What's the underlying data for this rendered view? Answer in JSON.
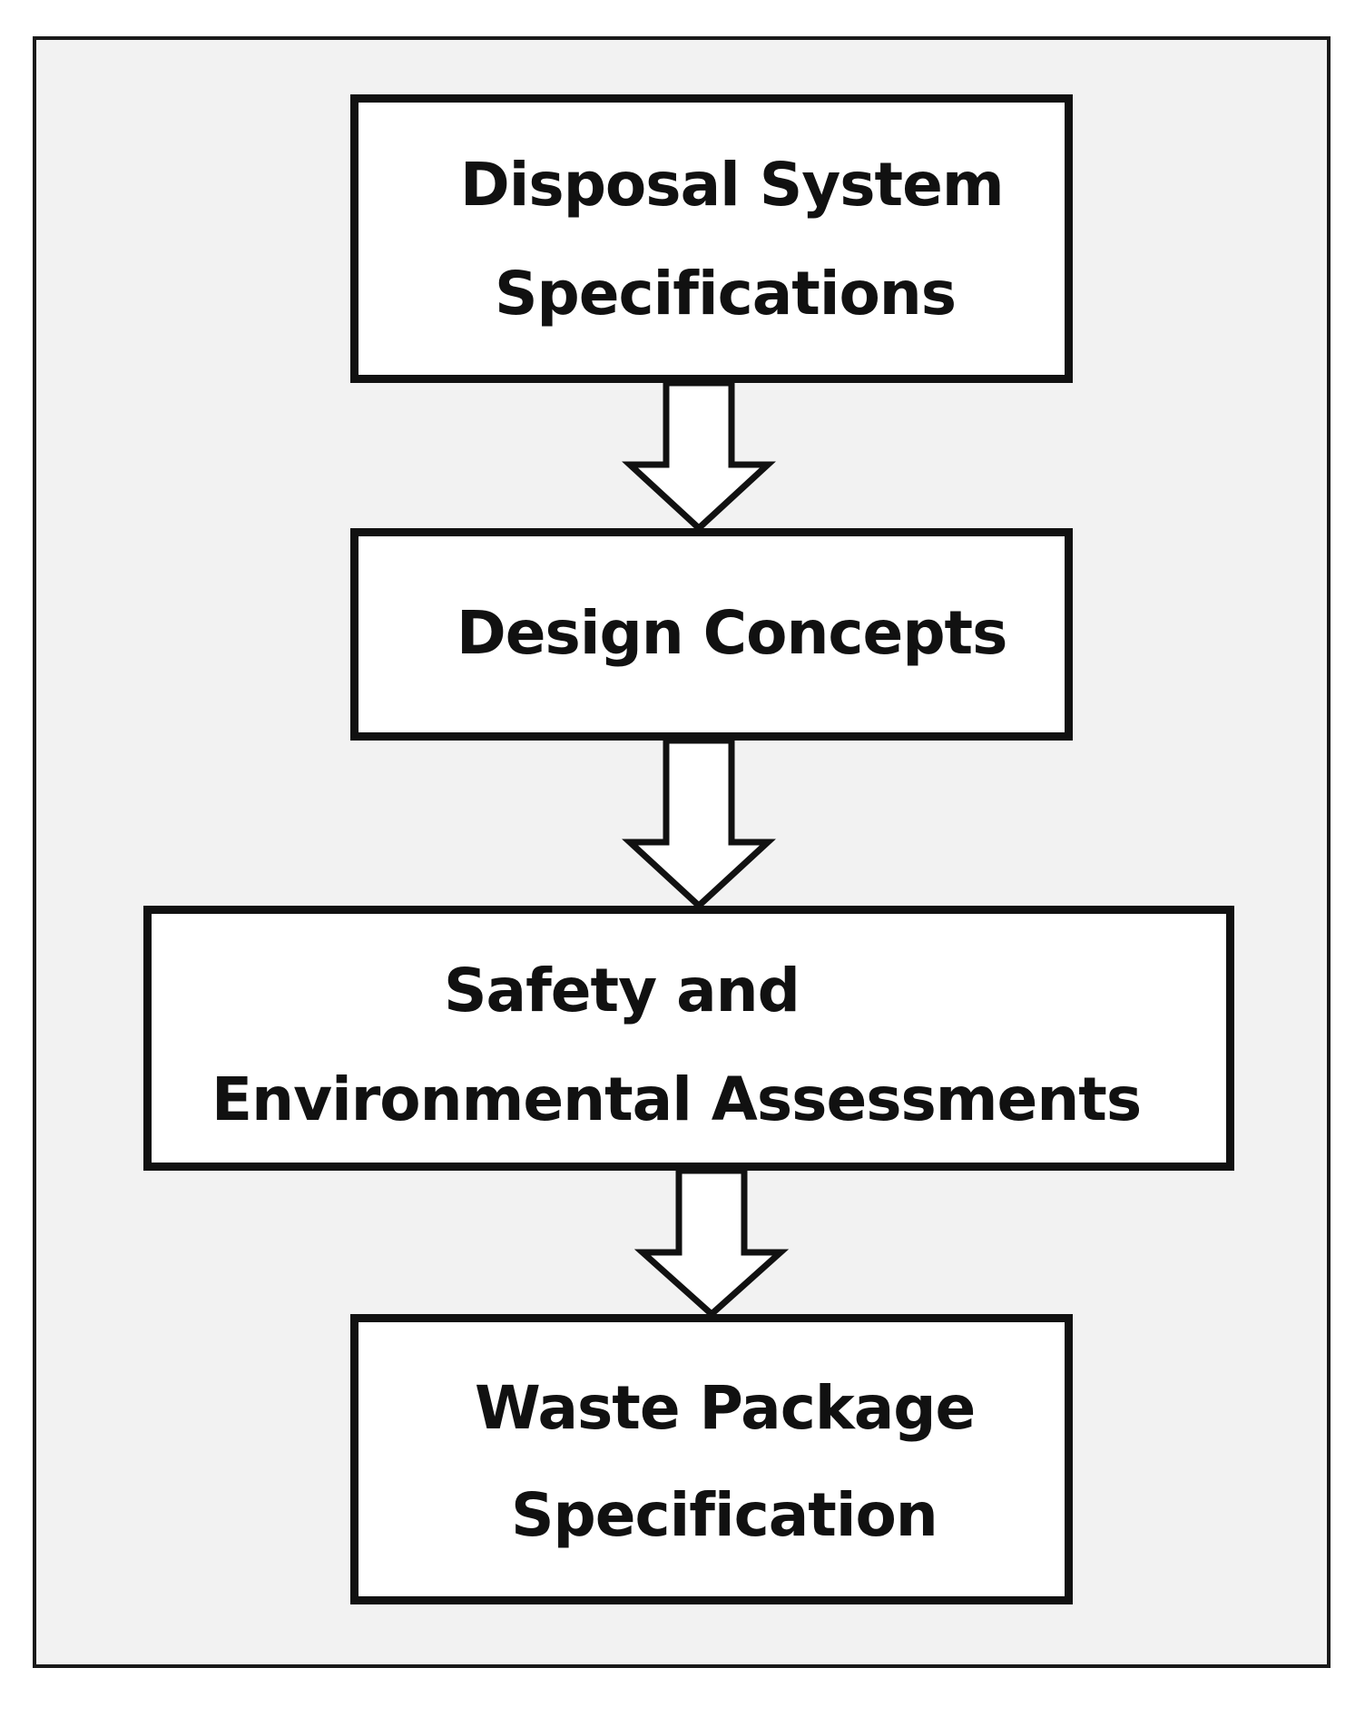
{
  "diagram": {
    "nodes": [
      {
        "id": "disposal-system-specifications",
        "lines": [
          "Disposal System",
          "Specifications"
        ]
      },
      {
        "id": "design-concepts",
        "lines": [
          "Design Concepts"
        ]
      },
      {
        "id": "safety-environmental-assessments",
        "lines": [
          "Safety and",
          "Environmental Assessments"
        ]
      },
      {
        "id": "waste-package-specification",
        "lines": [
          "Waste Package",
          "Specification"
        ]
      }
    ],
    "edges": [
      {
        "from": "disposal-system-specifications",
        "to": "design-concepts"
      },
      {
        "from": "design-concepts",
        "to": "safety-environmental-assessments"
      },
      {
        "from": "safety-environmental-assessments",
        "to": "waste-package-specification"
      }
    ],
    "colors": {
      "background": "#f2f2f2",
      "box_fill": "#ffffff",
      "stroke": "#111111"
    }
  }
}
